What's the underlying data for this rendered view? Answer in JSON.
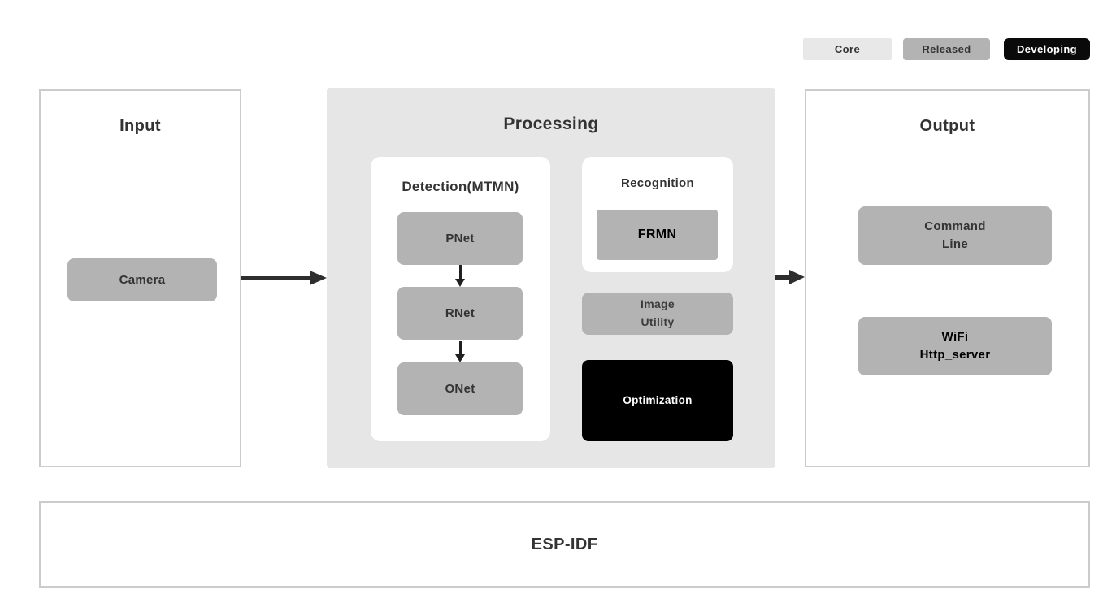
{
  "legend": {
    "core": "Core",
    "released": "Released",
    "developing": "Developing"
  },
  "input": {
    "title": "Input",
    "camera": "Camera"
  },
  "processing": {
    "title": "Processing",
    "detection": {
      "title": "Detection(MTMN)",
      "pnet": "PNet",
      "rnet": "RNet",
      "onet": "ONet"
    },
    "recognition": {
      "title": "Recognition",
      "frmn": "FRMN"
    },
    "image_utility": "Image\nUtility",
    "optimization": "Optimization"
  },
  "output": {
    "title": "Output",
    "command_line": "Command\nLine",
    "wifi_http_server": "WiFi\nHttp_server"
  },
  "foundation": {
    "title": "ESP-IDF"
  },
  "colors": {
    "core_bg": "#e8e8e8",
    "released_bg": "#b3b3b3",
    "developing_bg": "#0a0a0a",
    "processing_panel_bg": "#e6e6e6",
    "panel_border": "#cccccc",
    "text_dark": "#333333",
    "arrow": "#2e2e2e"
  }
}
